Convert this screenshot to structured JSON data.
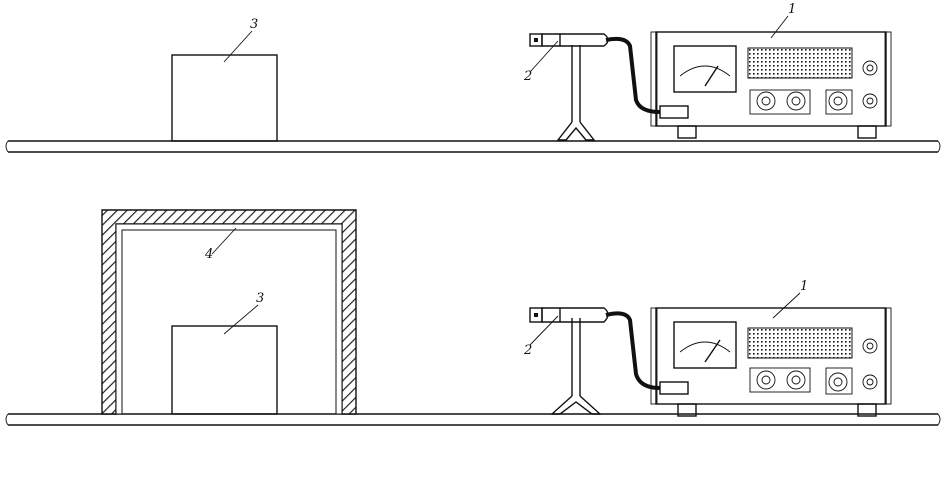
{
  "colors": {
    "ink": "#111111",
    "paper": "#ffffff",
    "hatch": "#222222"
  },
  "panels": [
    {
      "id": "top",
      "labels": {
        "meter": "1",
        "probe": "2",
        "sample": "3"
      }
    },
    {
      "id": "bottom",
      "labels": {
        "meter": "1",
        "probe": "2",
        "sample": "3",
        "shield": "4"
      }
    }
  ]
}
